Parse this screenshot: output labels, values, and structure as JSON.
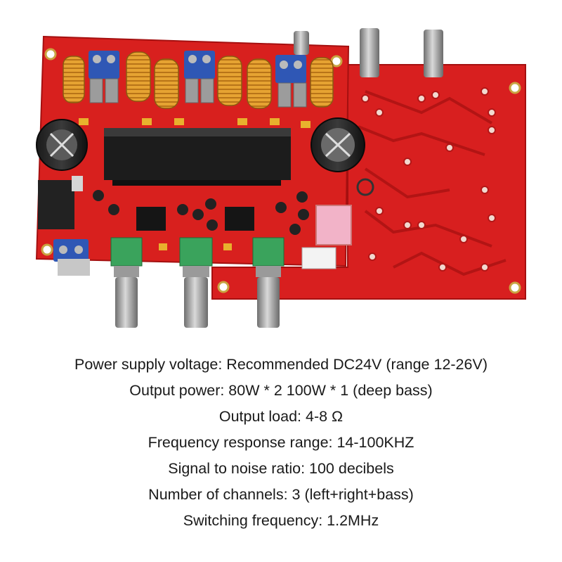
{
  "image": {
    "subject": "stereo-amplifier-board-icon",
    "colors": {
      "pcb": "#d81f1f",
      "pcb_dark": "#b51414",
      "heatsink": "#1a1a1a",
      "inductor": "#e19a2a",
      "pot": "#3aa35c",
      "shaft": "#a8a8a8",
      "terminal": "#2f57b5"
    }
  },
  "specs": [
    {
      "text": "Power supply voltage: Recommended DC24V (range 12-26V)"
    },
    {
      "text": "Output power: 80W * 2 100W * 1 (deep bass)"
    },
    {
      "text": "Output load: 4-8 Ω"
    },
    {
      "text": "Frequency response range: 14-100KHZ"
    },
    {
      "text": "Signal to noise ratio: 100 decibels"
    },
    {
      "text": "Number of channels: 3 (left+right+bass)"
    },
    {
      "text": "Switching frequency: 1.2MHz"
    }
  ]
}
